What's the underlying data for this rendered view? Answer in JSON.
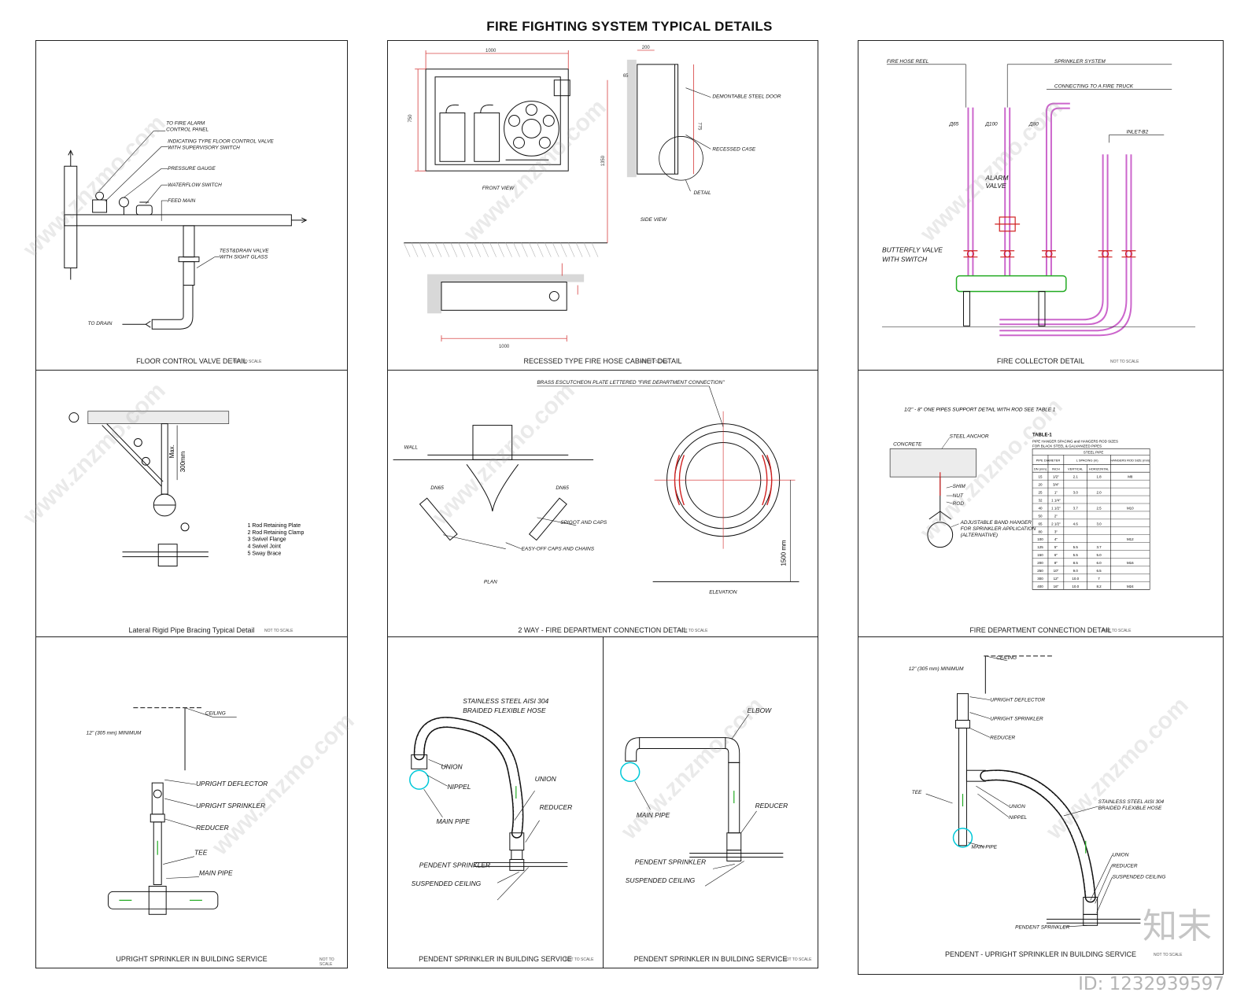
{
  "page": {
    "title": "FIRE FIGHTING SYSTEM TYPICAL DETAILS"
  },
  "panels": {
    "floor_control": {
      "title": "FLOOR CONTROL VALVE DETAIL",
      "scale": "NOT TO SCALE",
      "labels": {
        "alarm": "TO FIRE ALARM",
        "alarm2": "CONTROL PANEL",
        "valve": "INDICATING TYPE FLOOR CONTROL VALVE",
        "valve2": "WITH SUPERVISORY SWITCH",
        "gauge": "PRESSURE GAUGE",
        "waterflow": "WATERFLOW SWITCH",
        "feed": "FEED MAIN",
        "test": "TEST&DRAIN VALVE",
        "test2": "WITH SIGHT GLASS",
        "drain": "TO DRAIN"
      }
    },
    "hose_cabinet": {
      "title": "RECESSED TYPE FIRE HOSE CABINET DETAIL",
      "scale": "NOT TO SCALE",
      "labels": {
        "front": "FRONT VIEW",
        "side": "SIDE VIEW",
        "door": "DEMONTABLE STEEL DOOR",
        "case": "RECESSED CASE",
        "detail": "DETAIL",
        "dim_width": "1000",
        "dim_height": "750",
        "dim_floor": "1350",
        "dim_depth": "200",
        "dim_65": "65",
        "dim_775": "775",
        "dim_bottom": "1000"
      }
    },
    "fire_collector": {
      "title": "FIRE COLLECTOR DETAIL",
      "scale": "NOT TO SCALE",
      "labels": {
        "reel": "FIRE HOSE REEL",
        "sprinkler": "SPRINKLER SYSTEM",
        "truck": "CONNECTING TO A FIRE TRUCK",
        "inlet": "INLET-B2",
        "d65": "Д65",
        "d100": "Д100",
        "d80": "Д80",
        "alarm": "ALARM",
        "alarm2": "VALVE",
        "butterfly": "BUTTERFLY VALVE",
        "butterfly2": "WITH SWITCH"
      }
    },
    "lateral_brace": {
      "title": "Lateral Rigid Pipe Bracing Typical Detail",
      "scale": "NOT TO SCALE",
      "max": "Max.",
      "dim": "300mm",
      "legend": [
        "1 Rod Retaining Plate",
        "2 Rod Retaining Clamp",
        "3 Swivel Flange",
        "4 Swivel Joint",
        "5 Sway Brace"
      ]
    },
    "fdc_2way": {
      "title": "2 WAY - FIRE DEPARTMENT CONNECTION DETAIL",
      "scale": "NOT TO SCALE",
      "labels": {
        "brass": "BRASS ESCUTCHEON PLATE LETTERED \"FIRE DEPARTMENT CONNECTION\"",
        "wall": "WALL",
        "dn_left": "DN65",
        "dn_right": "DN65",
        "spigot": "SPIGOT AND CAPS",
        "easy": "EASY-OFF CAPS AND CHAINS",
        "plan": "PLAN",
        "elevation": "ELEVATION",
        "dim": "1500 mm"
      }
    },
    "pipe_support": {
      "title": "FIRE DEPARTMENT CONNECTION DETAIL",
      "scale": "NOT TO SCALE",
      "heading": "1/2\" - 8\"  ONE PIPES SUPPORT DETAIL WITH ROD SEE TABLE 1",
      "labels": {
        "concrete": "CONCRETE",
        "anchor": "STEEL ANCHOR",
        "shim": "SHIM",
        "nut": "NUT",
        "rod": "ROD",
        "hanger": "ADJUSTABLE BAND HANGER",
        "hanger2": "FOR SPRINKLER APPLICATION",
        "hanger3": "(ALTERNATIVE)"
      },
      "table": {
        "title": "TABLE-1",
        "subtitle": "PIPE HANGER SPACING and HANGERS ROD SIZES",
        "subtitle2": "FOR BLACK STEEL & GALVANIZED PIPES",
        "col_steel": "STEEL PIPE",
        "col_dia": "PIPE DIAMETER",
        "col_spacing": "L SPACING (m)",
        "col_rod": "HANGERS ROD SIZE (mm)",
        "sub_dn": "DN (mm)",
        "sub_inch": "INCH",
        "sub_vert": "VERTICAL",
        "sub_horiz": "HORIZONTAL",
        "rows": [
          [
            "15",
            "1/2\"",
            "2.1",
            "1.8",
            "M8"
          ],
          [
            "20",
            "3/4\"",
            "",
            "",
            ""
          ],
          [
            "25",
            "1\"",
            "3.0",
            "2.0",
            ""
          ],
          [
            "32",
            "1 1/4\"",
            "",
            "",
            ""
          ],
          [
            "40",
            "1 1/2\"",
            "3.7",
            "2.5",
            "M10"
          ],
          [
            "50",
            "2\"",
            "",
            "",
            ""
          ],
          [
            "65",
            "2 1/2\"",
            "4.6",
            "3.0",
            ""
          ],
          [
            "80",
            "3\"",
            "",
            "",
            ""
          ],
          [
            "100",
            "4\"",
            "",
            "",
            "M12"
          ],
          [
            "125",
            "5\"",
            "5.5",
            "3.7",
            ""
          ],
          [
            "150",
            "6\"",
            "5.5",
            "5.0",
            ""
          ],
          [
            "200",
            "8\"",
            "8.5",
            "6.0",
            "M16"
          ],
          [
            "250",
            "10\"",
            "9.0",
            "6.5",
            ""
          ],
          [
            "300",
            "12\"",
            "10.0",
            "7",
            ""
          ],
          [
            "400",
            "16\"",
            "10.0",
            "8.2",
            "M24"
          ]
        ]
      }
    },
    "upright": {
      "title": "UPRIGHT SPRINKLER IN BUILDING SERVICE",
      "scale": "NOT TO SCALE",
      "labels": {
        "ceiling": "CEILING",
        "min": "12\" (305 mm) MINIMUM",
        "deflector": "UPRIGHT DEFLECTOR",
        "sprinkler": "UPRIGHT SPRINKLER",
        "reducer": "REDUCER",
        "tee": "TEE",
        "main": "MAIN PIPE"
      }
    },
    "pendent_flex": {
      "title": "PENDENT SPRINKLER IN BUILDING SERVICE",
      "scale": "NOT TO SCALE",
      "labels": {
        "hose": "STAINLESS STEEL AISI 304",
        "hose2": "BRAIDED FLEXIBLE HOSE",
        "union1": "UNION",
        "nippel": "NIPPEL",
        "union2": "UNION",
        "reducer": "REDUCER",
        "main": "MAIN PIPE",
        "pendent": "PENDENT SPRINKLER",
        "ceiling": "SUSPENDED CEILING"
      }
    },
    "pendent_rigid": {
      "title": "PENDENT SPRINKLER IN BUILDING SERVICE",
      "scale": "NOT TO SCALE",
      "labels": {
        "elbow": "ELBOW",
        "main": "MAIN PIPE",
        "reducer": "REDUCER",
        "pendent": "PENDENT SPRINKLER",
        "ceiling": "SUSPENDED CEILING"
      }
    },
    "pendent_upright": {
      "title": "PENDENT - UPRIGHT SPRINKLER IN BUILDING SERVICE",
      "scale": "NOT TO SCALE",
      "labels": {
        "ceiling": "CEILING",
        "min": "12\" (305 mm) MINIMUM",
        "deflector": "UPRIGHT DEFLECTOR",
        "sprinkler": "UPRIGHT SPRINKLER",
        "reducer": "REDUCER",
        "tee": "TEE",
        "union1": "UNION",
        "nippel": "NIPPEL",
        "main": "MAIN PIPE",
        "hose": "STAINLESS STEEL AISI 304",
        "hose2": "BRAIDED FLEXIBLE HOSE",
        "union2": "UNION",
        "reducer2": "REDUCER",
        "ceiling2": "SUSPENDED CEILING",
        "pendent": "PENDENT SPRINKLER"
      }
    }
  },
  "watermark": {
    "site": "www.znzmo.com",
    "brand": "知末",
    "id": "ID: 1232939597"
  },
  "colors": {
    "pipe": "#cc66cc",
    "valve": "#d02020",
    "green": "#22aa22",
    "cyan": "#00c8d8",
    "dim": "#d02020"
  }
}
